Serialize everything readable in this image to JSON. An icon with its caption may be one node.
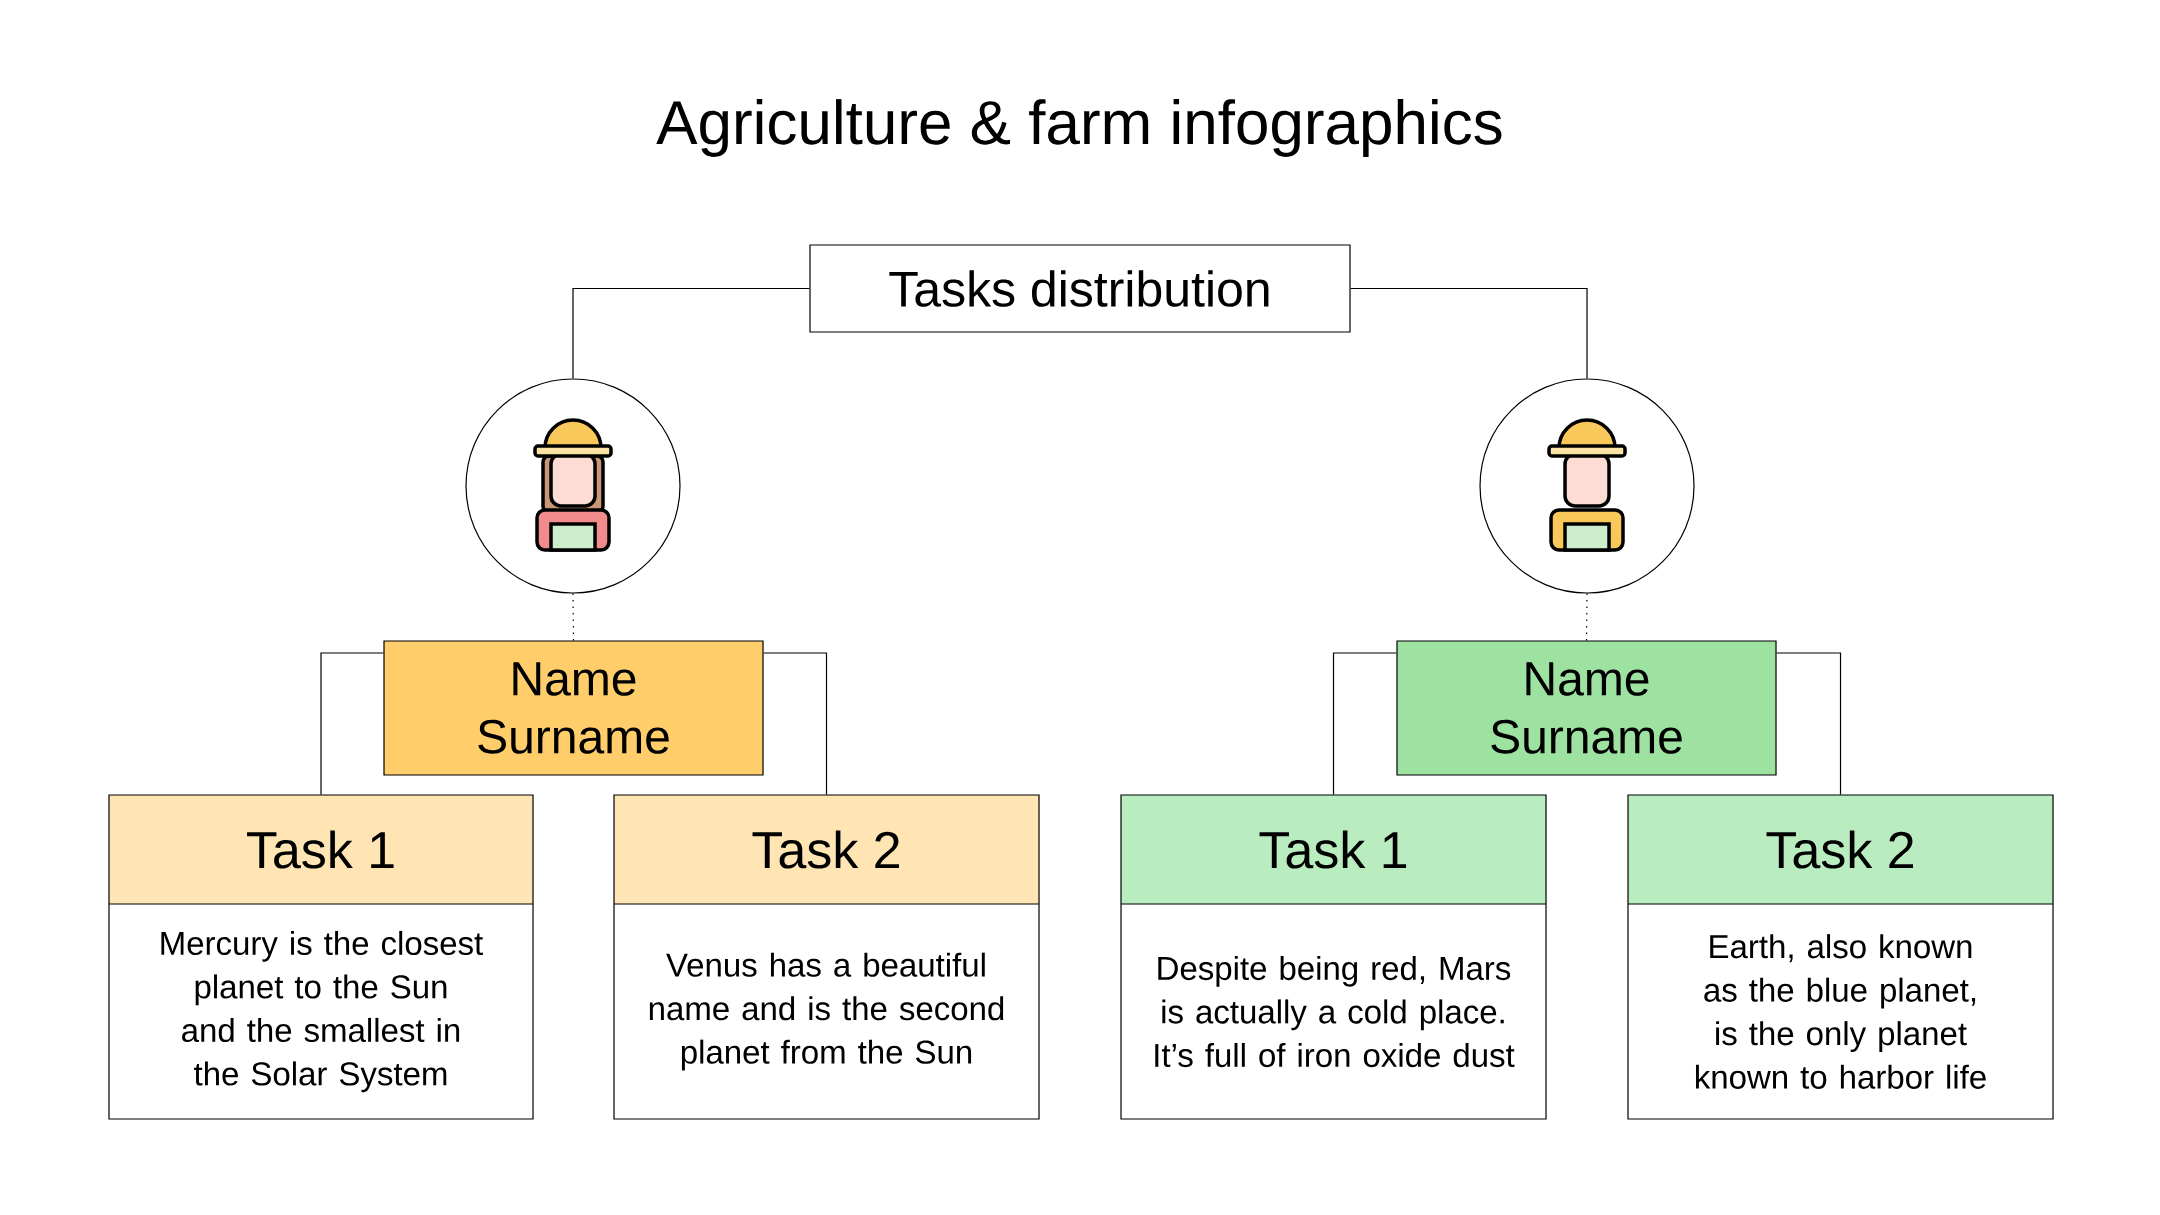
{
  "diagram": {
    "title": "Agriculture & farm infographics",
    "nodes": [
      {
        "text": [
          "Tasks distribution"
        ]
      },
      {
        "text": [],
        "shape": "circle"
      },
      {
        "text": [],
        "shape": "circle"
      },
      {
        "text": [
          "Name Surname"
        ]
      },
      {
        "text": [
          "Name Surname"
        ]
      },
      {
        "text": [
          "Task 1",
          "Mercury is the closest planet to the Sun and the smallest in the Solar System"
        ]
      },
      {
        "text": [
          "Task 2",
          "Venus has a beautiful name and is the second planet from the Sun"
        ]
      },
      {
        "text": [
          "Task 1",
          "Despite being red, Mars is actually a cold place. It’s full of iron oxide dust"
        ]
      },
      {
        "text": [
          "Task 2",
          "Earth, also known as the blue planet, is the only planet known to harbor life"
        ]
      }
    ],
    "edges": [
      {
        "from": 0,
        "to": 1,
        "arrow": "none"
      },
      {
        "from": 0,
        "to": 2,
        "arrow": "none"
      },
      {
        "from": 1,
        "to": 3,
        "arrow": "none",
        "style": "dashed"
      },
      {
        "from": 2,
        "to": 4,
        "arrow": "none",
        "style": "dashed"
      },
      {
        "from": 3,
        "to": 5,
        "arrow": "none"
      },
      {
        "from": 3,
        "to": 6,
        "arrow": "none"
      },
      {
        "from": 4,
        "to": 7,
        "arrow": "none"
      },
      {
        "from": 4,
        "to": 8,
        "arrow": "none"
      }
    ]
  }
}
